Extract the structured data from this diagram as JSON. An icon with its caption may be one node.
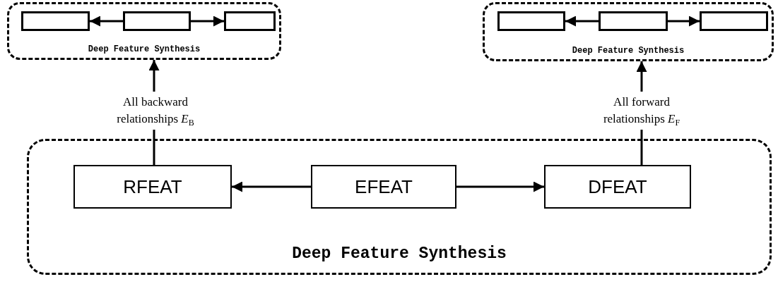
{
  "diagram": {
    "nodes": [
      {
        "text": [
          "Deep Feature Synthesis"
        ]
      },
      {
        "text": [],
        "shape": "box",
        "in": 0
      },
      {
        "text": [],
        "shape": "box",
        "in": 0
      },
      {
        "text": [],
        "shape": "box",
        "in": 0
      },
      {
        "text": [
          "Deep Feature Synthesis"
        ]
      },
      {
        "text": [],
        "shape": "box",
        "in": 4
      },
      {
        "text": [],
        "shape": "box",
        "in": 4
      },
      {
        "text": [],
        "shape": "box",
        "in": 4
      },
      {
        "text": [
          "Deep Feature Synthesis"
        ]
      },
      {
        "text": [
          "RFEAT"
        ],
        "in": 8
      },
      {
        "text": [
          "EFEAT"
        ],
        "in": 8
      },
      {
        "text": [
          "DFEAT"
        ],
        "in": 8
      }
    ],
    "edges": [
      {
        "from": 2,
        "to": 1,
        "arrow": "to"
      },
      {
        "from": 2,
        "to": 3,
        "arrow": "to"
      },
      {
        "from": 6,
        "to": 5,
        "arrow": "to"
      },
      {
        "from": 6,
        "to": 7,
        "arrow": "to"
      },
      {
        "from": 10,
        "to": 9,
        "arrow": "to"
      },
      {
        "from": 10,
        "to": 11,
        "arrow": "to"
      },
      {
        "from": 9,
        "to": 0,
        "arrow": "to",
        "label": "All backward relationships *E*$_{B}$"
      },
      {
        "from": 11,
        "to": 4,
        "arrow": "to",
        "label": "All forward relationships *E*$_{F}$"
      }
    ]
  }
}
